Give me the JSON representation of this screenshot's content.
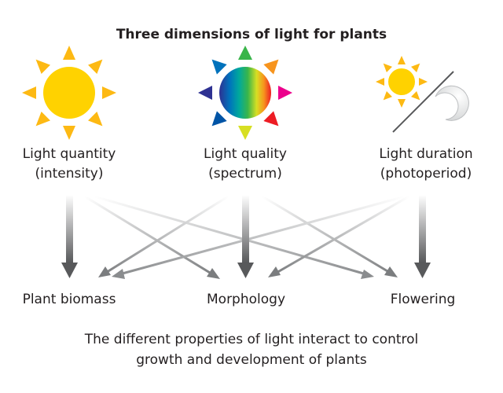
{
  "title": "Three dimensions of light for plants",
  "sources": [
    {
      "line1": "Light quantity",
      "line2": "(intensity)",
      "icon": "sun-icon"
    },
    {
      "line1": "Light quality",
      "line2": "(spectrum)",
      "icon": "spectrum-sun-icon"
    },
    {
      "line1": "Light duration",
      "line2": "(photoperiod)",
      "icon": "sun-moon-icon"
    }
  ],
  "outcomes": [
    "Plant biomass",
    "Morphology",
    "Flowering"
  ],
  "caption": {
    "line1": "The different properties of light interact to control",
    "line2": "growth and development of plants"
  },
  "colors": {
    "sun": "#ffd200",
    "sun_ray": "#fdb913",
    "arrow_dark": "#58595b",
    "text": "#231f20"
  }
}
